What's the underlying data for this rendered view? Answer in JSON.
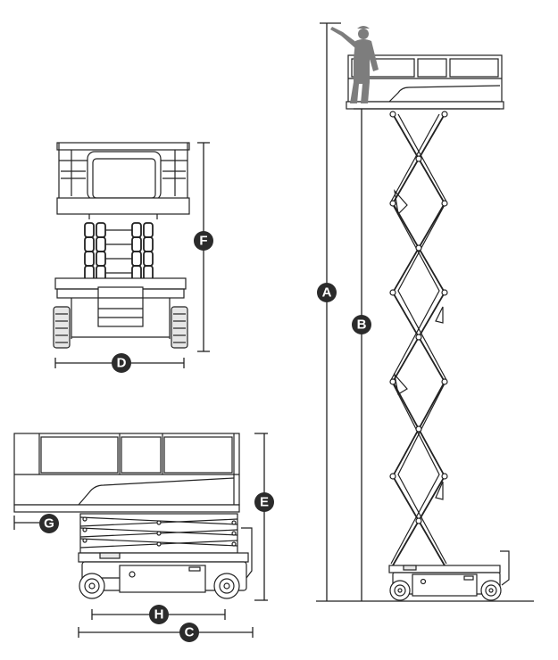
{
  "dimension_labels": {
    "A": "A",
    "B": "B",
    "C": "C",
    "D": "D",
    "E": "E",
    "F": "F",
    "G": "G",
    "H": "H"
  },
  "colors": {
    "line": "#222222",
    "badge": "#2b2b2b",
    "person": "#7d7d7d"
  }
}
